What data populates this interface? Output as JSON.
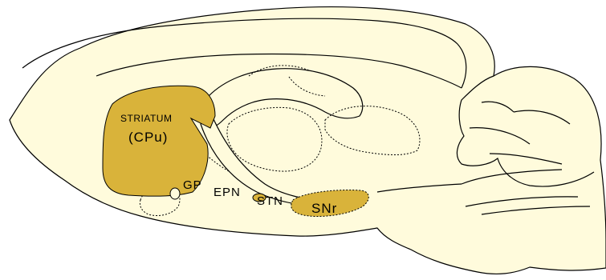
{
  "colors": {
    "brain_fill": "#fffbdc",
    "nucleus_fill": "#d9b33a",
    "outline": "#000000"
  },
  "labels": {
    "striatum": "STRIATUM",
    "cpu": "(CPu)",
    "gp": "GP",
    "epn": "EPN",
    "stn": "STN",
    "snr": "SNr"
  }
}
